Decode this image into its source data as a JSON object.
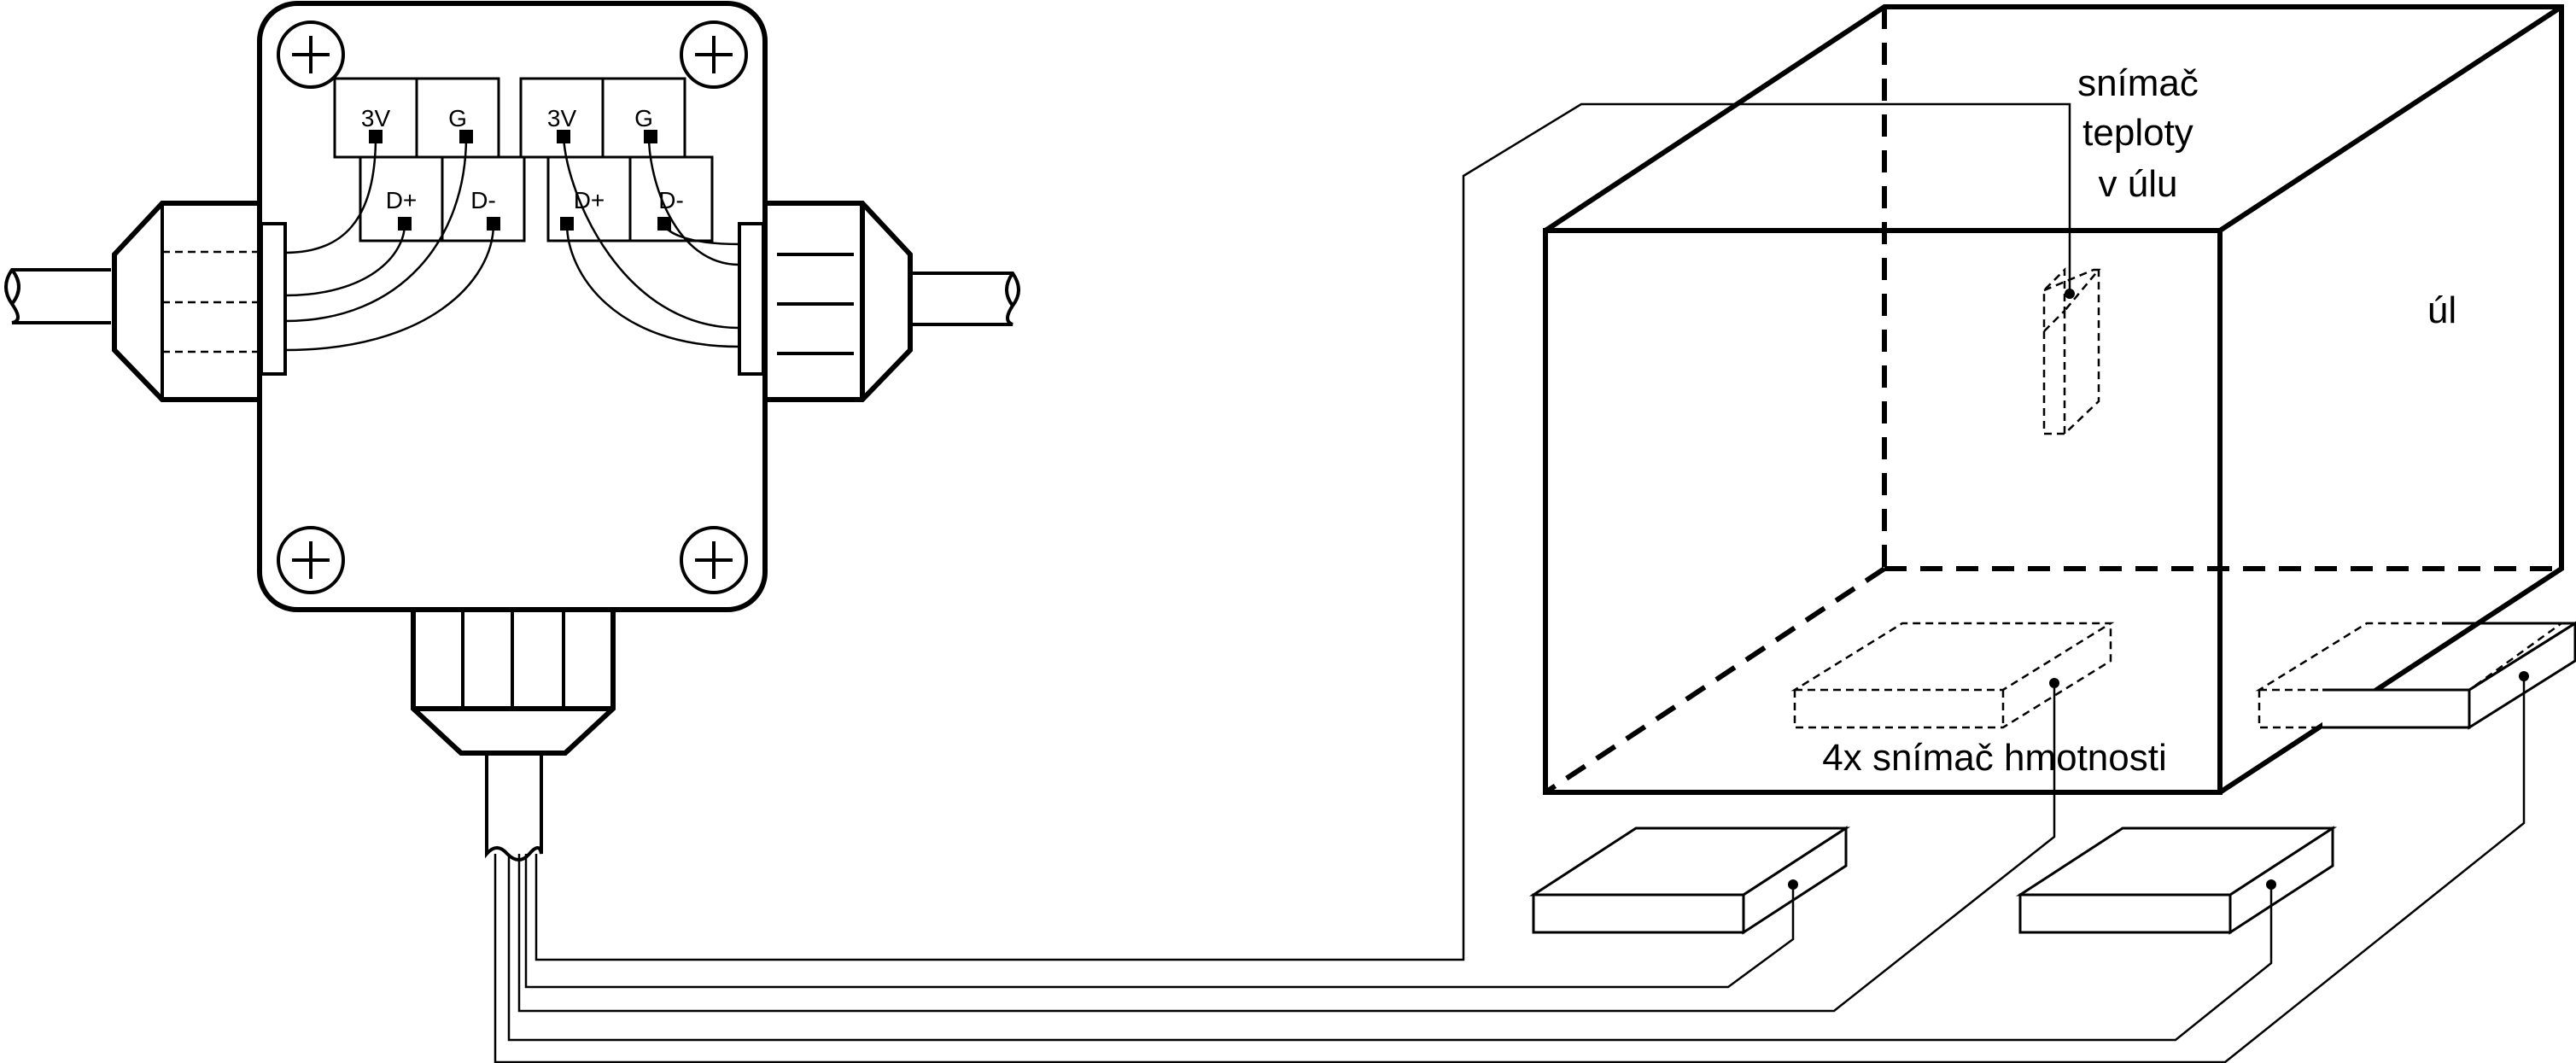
{
  "junction_box": {
    "terminals_left": {
      "top": [
        "3V",
        "G"
      ],
      "bottom": [
        "D+",
        "D-"
      ]
    },
    "terminals_right": {
      "top": [
        "3V",
        "G"
      ],
      "bottom": [
        "D+",
        "D-"
      ]
    }
  },
  "labels": {
    "temp_sensor_line1": "snímač",
    "temp_sensor_line2": "teploty",
    "temp_sensor_line3": "v úlu",
    "hive": "úl",
    "weight_sensors": "4x snímač hmotnosti"
  }
}
